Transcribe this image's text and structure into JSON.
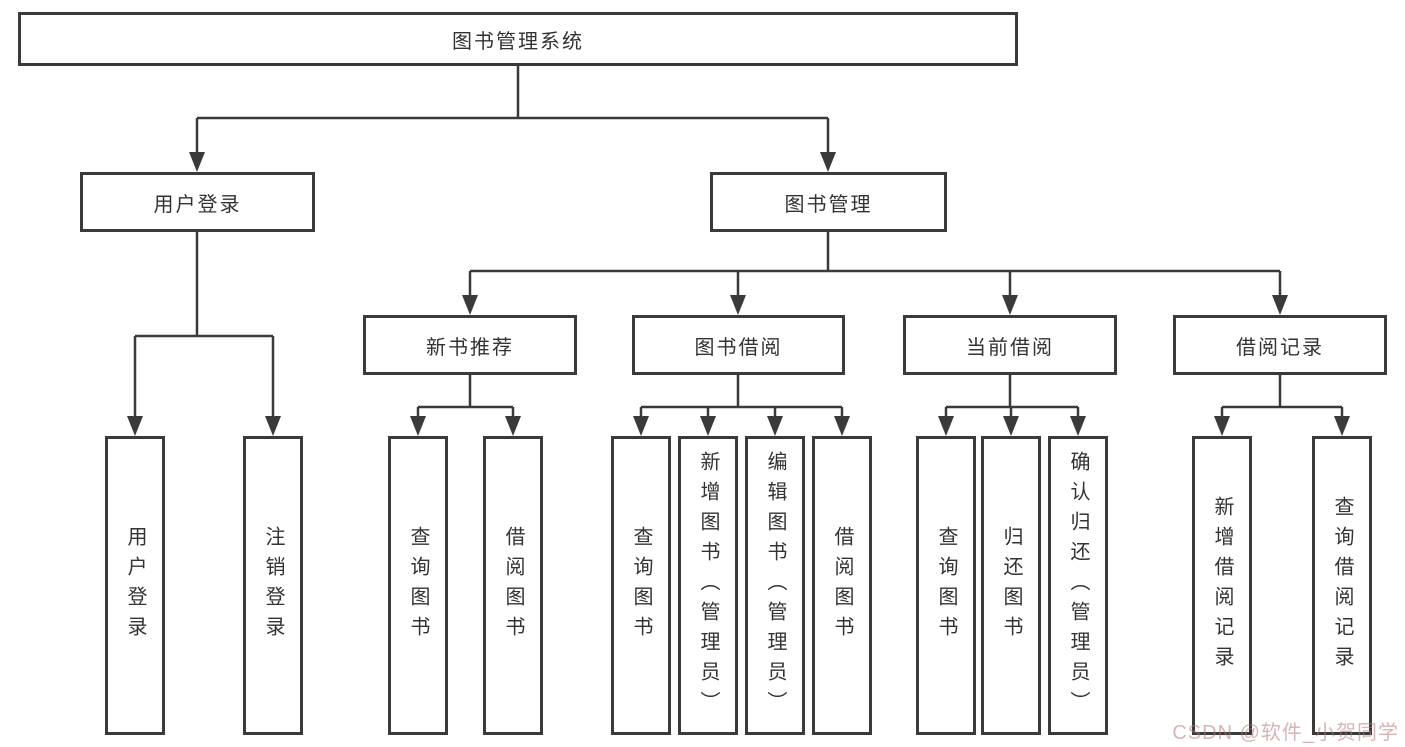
{
  "colors": {
    "line": "#3a3a3a",
    "box_border": "#3a3a3a",
    "text": "#333333",
    "background": "#ffffff",
    "watermark": "#c6abab"
  },
  "watermark": {
    "text": "CSDN @软件_小贺同学"
  },
  "tree": {
    "root": {
      "label": "图书管理系统"
    },
    "branches": [
      {
        "label": "用户登录",
        "children": [
          {
            "label": "用户登录"
          },
          {
            "label": "注销登录"
          }
        ]
      },
      {
        "label": "图书管理",
        "children": [
          {
            "label": "新书推荐",
            "children": [
              {
                "label": "查询图书"
              },
              {
                "label": "借阅图书"
              }
            ]
          },
          {
            "label": "图书借阅",
            "children": [
              {
                "label": "查询图书"
              },
              {
                "label": "新增图书（管理员）"
              },
              {
                "label": "编辑图书（管理员）"
              },
              {
                "label": "借阅图书"
              }
            ]
          },
          {
            "label": "当前借阅",
            "children": [
              {
                "label": "查询图书"
              },
              {
                "label": "归还图书"
              },
              {
                "label": "确认归还（管理员）"
              }
            ]
          },
          {
            "label": "借阅记录",
            "children": [
              {
                "label": "新增借阅记录"
              },
              {
                "label": "查询借阅记录"
              }
            ]
          }
        ]
      }
    ]
  }
}
